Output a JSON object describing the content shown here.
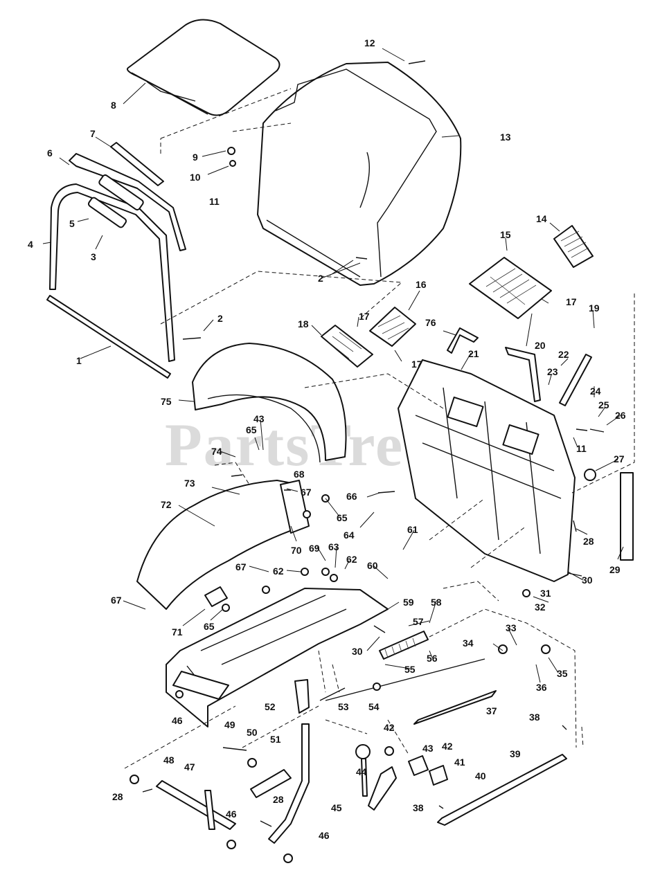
{
  "diagram": {
    "watermark": "PartsTree",
    "watermark_mark": "™",
    "callouts": [
      {
        "label": "12"
      },
      {
        "label": "8"
      },
      {
        "label": "13"
      },
      {
        "label": "7"
      },
      {
        "label": "6"
      },
      {
        "label": "9"
      },
      {
        "label": "10"
      },
      {
        "label": "11"
      },
      {
        "label": "5"
      },
      {
        "label": "4"
      },
      {
        "label": "3"
      },
      {
        "label": "2"
      },
      {
        "label": "14"
      },
      {
        "label": "15"
      },
      {
        "label": "16"
      },
      {
        "label": "17"
      },
      {
        "label": "18"
      },
      {
        "label": "17"
      },
      {
        "label": "76"
      },
      {
        "label": "17"
      },
      {
        "label": "19"
      },
      {
        "label": "2"
      },
      {
        "label": "20"
      },
      {
        "label": "1"
      },
      {
        "label": "21"
      },
      {
        "label": "22"
      },
      {
        "label": "23"
      },
      {
        "label": "24"
      },
      {
        "label": "75"
      },
      {
        "label": "25"
      },
      {
        "label": "26"
      },
      {
        "label": "43"
      },
      {
        "label": "11"
      },
      {
        "label": "65"
      },
      {
        "label": "74"
      },
      {
        "label": "68"
      },
      {
        "label": "27"
      },
      {
        "label": "73"
      },
      {
        "label": "67"
      },
      {
        "label": "66"
      },
      {
        "label": "72"
      },
      {
        "label": "65"
      },
      {
        "label": "64"
      },
      {
        "label": "61"
      },
      {
        "label": "28"
      },
      {
        "label": "70"
      },
      {
        "label": "69"
      },
      {
        "label": "63"
      },
      {
        "label": "29"
      },
      {
        "label": "67"
      },
      {
        "label": "62"
      },
      {
        "label": "62"
      },
      {
        "label": "60"
      },
      {
        "label": "30"
      },
      {
        "label": "31"
      },
      {
        "label": "67"
      },
      {
        "label": "59"
      },
      {
        "label": "58"
      },
      {
        "label": "32"
      },
      {
        "label": "71"
      },
      {
        "label": "65"
      },
      {
        "label": "57"
      },
      {
        "label": "33"
      },
      {
        "label": "30"
      },
      {
        "label": "34"
      },
      {
        "label": "56"
      },
      {
        "label": "35"
      },
      {
        "label": "55"
      },
      {
        "label": "36"
      },
      {
        "label": "52"
      },
      {
        "label": "53"
      },
      {
        "label": "54"
      },
      {
        "label": "37"
      },
      {
        "label": "46"
      },
      {
        "label": "49"
      },
      {
        "label": "38"
      },
      {
        "label": "42"
      },
      {
        "label": "50"
      },
      {
        "label": "51"
      },
      {
        "label": "48"
      },
      {
        "label": "43"
      },
      {
        "label": "42"
      },
      {
        "label": "44"
      },
      {
        "label": "39"
      },
      {
        "label": "47"
      },
      {
        "label": "41"
      },
      {
        "label": "40"
      },
      {
        "label": "28"
      },
      {
        "label": "46"
      },
      {
        "label": "28"
      },
      {
        "label": "45"
      },
      {
        "label": "38"
      },
      {
        "label": "46"
      }
    ]
  }
}
